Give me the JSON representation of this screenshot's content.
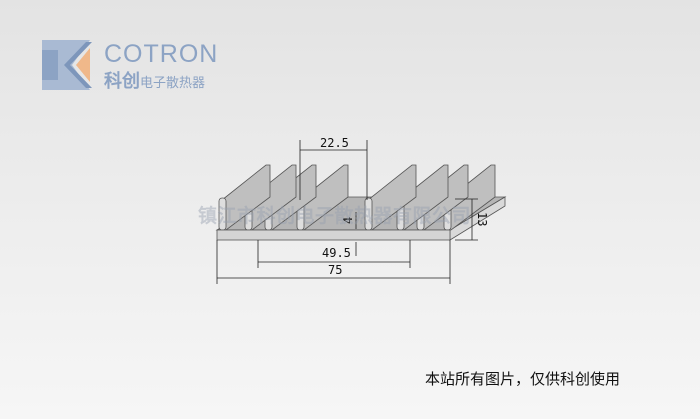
{
  "logo": {
    "brand": "COTRON",
    "brand_cn": "科创",
    "subtitle": "电子散热器"
  },
  "drawing": {
    "dimensions": {
      "fin_spacing": "22.5",
      "inner_width": "49.5",
      "total_width": "75",
      "height": "13",
      "base_thickness": "4"
    }
  },
  "watermark": "镇江市科创电子散热器有限公司",
  "notice": "本站所有图片，仅供科创使用",
  "colors": {
    "logo_blue": "#8ca3c4",
    "logo_orange": "#f0b88a"
  }
}
